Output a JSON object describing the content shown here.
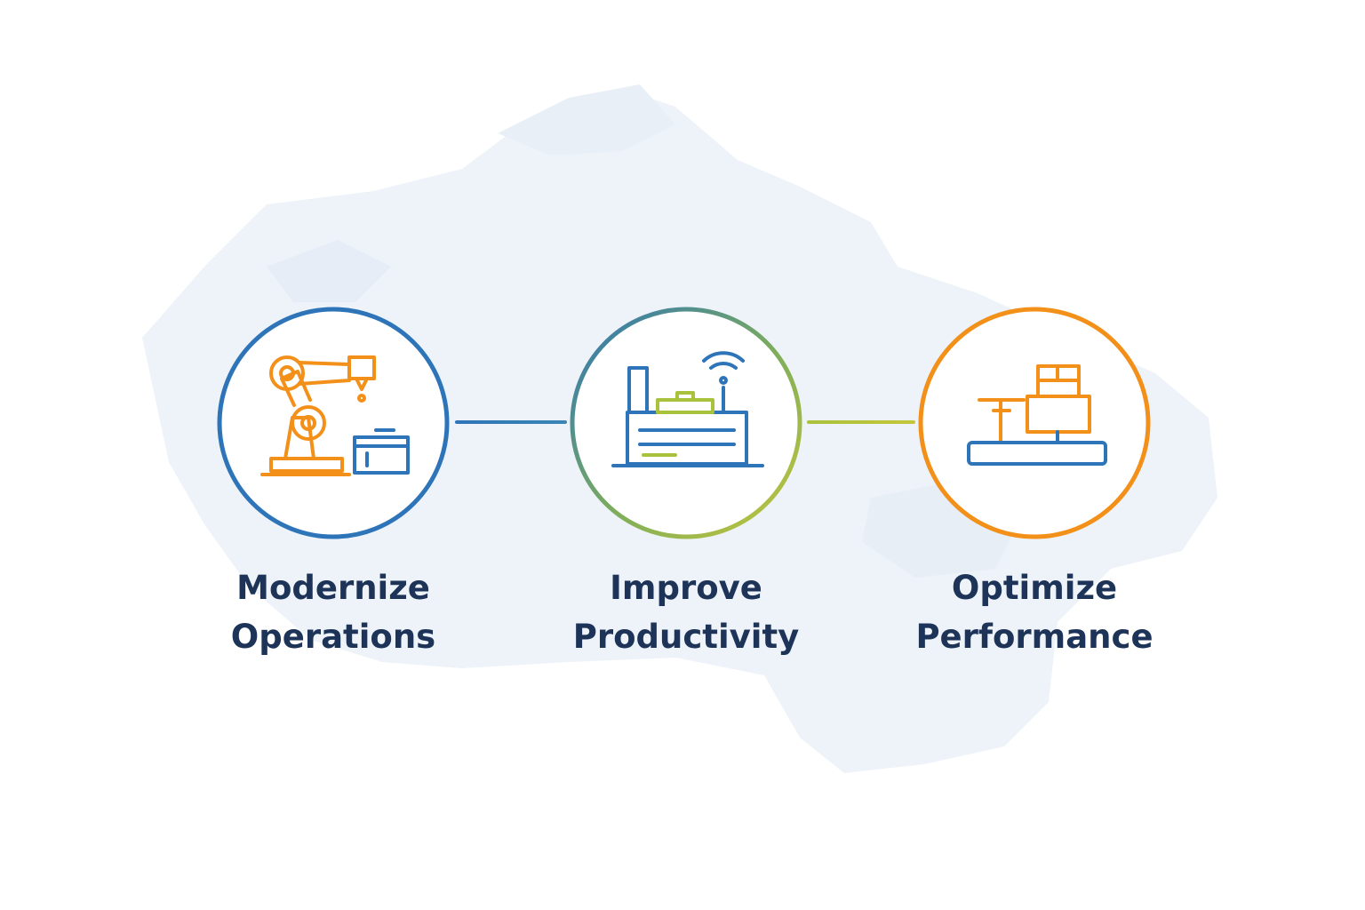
{
  "steps": [
    {
      "line1": "Modernize",
      "line2": "Operations",
      "icon": "robot-arm-icon"
    },
    {
      "line1": "Improve",
      "line2": "Productivity",
      "icon": "smart-machine-icon"
    },
    {
      "line1": "Optimize",
      "line2": "Performance",
      "icon": "conveyor-package-icon"
    }
  ],
  "colors": {
    "blue": "#2d74b8",
    "green": "#a9c23c",
    "orange": "#f39019",
    "text": "#1d3357",
    "map": "#eef3f9"
  }
}
